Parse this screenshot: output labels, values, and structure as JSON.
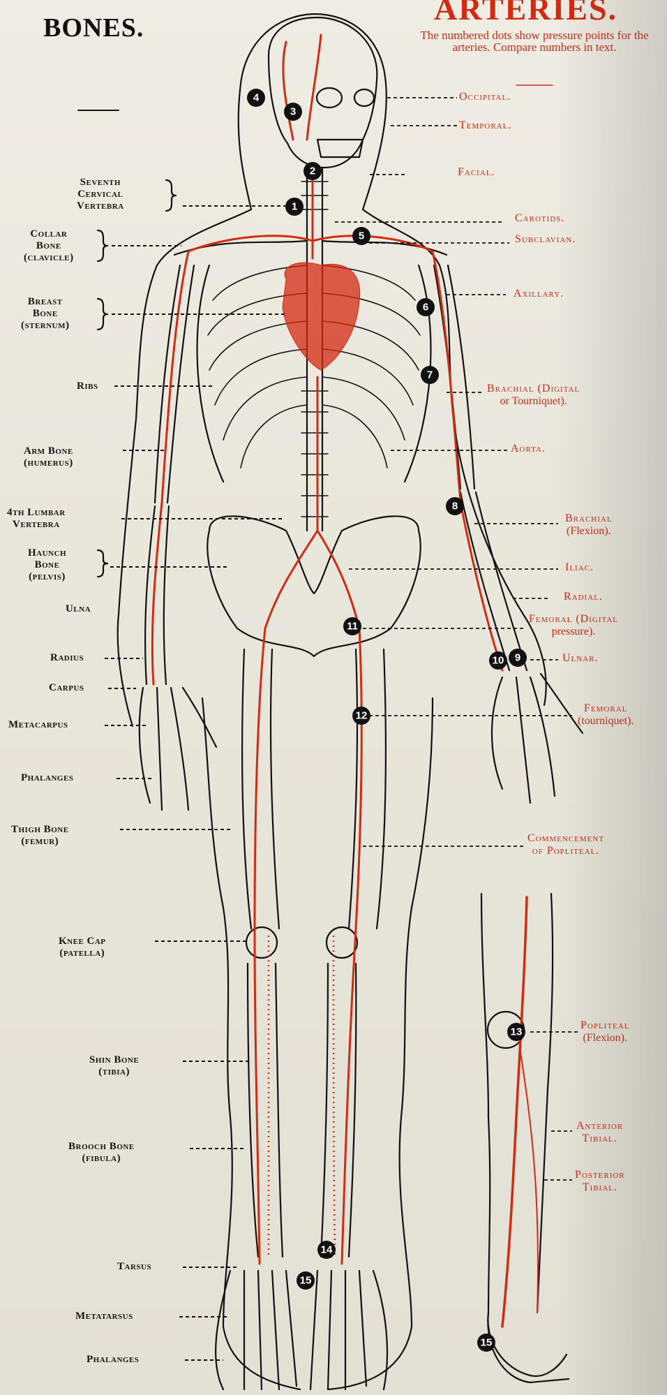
{
  "title_bones": "BONES.",
  "title_arteries": "ARTERIES.",
  "intro": "The numbered dots show pressure points for the arteries. Compare numbers in text.",
  "bone_labels": [
    {
      "id": "seventh-cervical",
      "lines": [
        "Seventh",
        "Cervical",
        "Vertebra"
      ]
    },
    {
      "id": "collar-bone",
      "lines": [
        "Collar",
        "Bone",
        "(clavicle)"
      ]
    },
    {
      "id": "breast-bone",
      "lines": [
        "Breast",
        "Bone",
        "(sternum)"
      ]
    },
    {
      "id": "ribs",
      "lines": [
        "Ribs"
      ]
    },
    {
      "id": "arm-bone",
      "lines": [
        "Arm Bone",
        "(humerus)"
      ]
    },
    {
      "id": "4th-lumbar",
      "lines": [
        "4th Lumbar",
        "Vertebra"
      ]
    },
    {
      "id": "haunch-bone",
      "lines": [
        "Haunch",
        "Bone",
        "(pelvis)"
      ]
    },
    {
      "id": "ulna",
      "lines": [
        "Ulna"
      ]
    },
    {
      "id": "radius",
      "lines": [
        "Radius"
      ]
    },
    {
      "id": "carpus",
      "lines": [
        "Carpus"
      ]
    },
    {
      "id": "metacarpus",
      "lines": [
        "Metacarpus"
      ]
    },
    {
      "id": "phalanges-hand",
      "lines": [
        "Phalanges"
      ]
    },
    {
      "id": "thigh-bone",
      "lines": [
        "Thigh Bone",
        "(femur)"
      ]
    },
    {
      "id": "knee-cap",
      "lines": [
        "Knee Cap",
        "(patella)"
      ]
    },
    {
      "id": "shin-bone",
      "lines": [
        "Shin Bone",
        "(tibia)"
      ]
    },
    {
      "id": "brooch-bone",
      "lines": [
        "Brooch Bone",
        "(fibula)"
      ]
    },
    {
      "id": "tarsus",
      "lines": [
        "Tarsus"
      ]
    },
    {
      "id": "metatarsus",
      "lines": [
        "Metatarsus"
      ]
    },
    {
      "id": "phalanges-foot",
      "lines": [
        "Phalanges"
      ]
    }
  ],
  "artery_labels": [
    {
      "id": "occipital",
      "lines": [
        "Occipital."
      ]
    },
    {
      "id": "temporal",
      "lines": [
        "Temporal."
      ]
    },
    {
      "id": "facial",
      "lines": [
        "Facial."
      ]
    },
    {
      "id": "carotids",
      "lines": [
        "Carotids."
      ]
    },
    {
      "id": "subclavian",
      "lines": [
        "Subclavian."
      ]
    },
    {
      "id": "axillary",
      "lines": [
        "Axillary."
      ]
    },
    {
      "id": "brachial-digital",
      "lines": [
        "Brachial (Digital",
        "or Tourniquet)."
      ]
    },
    {
      "id": "aorta",
      "lines": [
        "Aorta."
      ]
    },
    {
      "id": "brachial-flexion",
      "lines": [
        "Brachial",
        "(Flexion)."
      ]
    },
    {
      "id": "iliac",
      "lines": [
        "Iliac."
      ]
    },
    {
      "id": "radial",
      "lines": [
        "Radial."
      ]
    },
    {
      "id": "femoral-digital",
      "lines": [
        "Femoral (Digital",
        "pressure)."
      ]
    },
    {
      "id": "ulnar",
      "lines": [
        "Ulnar."
      ]
    },
    {
      "id": "femoral-tourniquet",
      "lines": [
        "Femoral",
        "(tourniquet)."
      ]
    },
    {
      "id": "commencement-popliteal",
      "lines": [
        "Commencement",
        "of Popliteal."
      ]
    },
    {
      "id": "popliteal-flexion",
      "lines": [
        "Popliteal",
        "(Flexion)."
      ]
    },
    {
      "id": "anterior-tibial",
      "lines": [
        "Anterior",
        "Tibial."
      ]
    },
    {
      "id": "posterior-tibial",
      "lines": [
        "Posterior",
        "Tibial."
      ]
    }
  ],
  "pressure_points": [
    "1",
    "2",
    "3",
    "4",
    "5",
    "6",
    "7",
    "8",
    "9",
    "10",
    "11",
    "12",
    "13",
    "14",
    "15",
    "15"
  ],
  "colors": {
    "artery": "#d42a12",
    "ink": "#111111",
    "paper": "#ece9df"
  }
}
